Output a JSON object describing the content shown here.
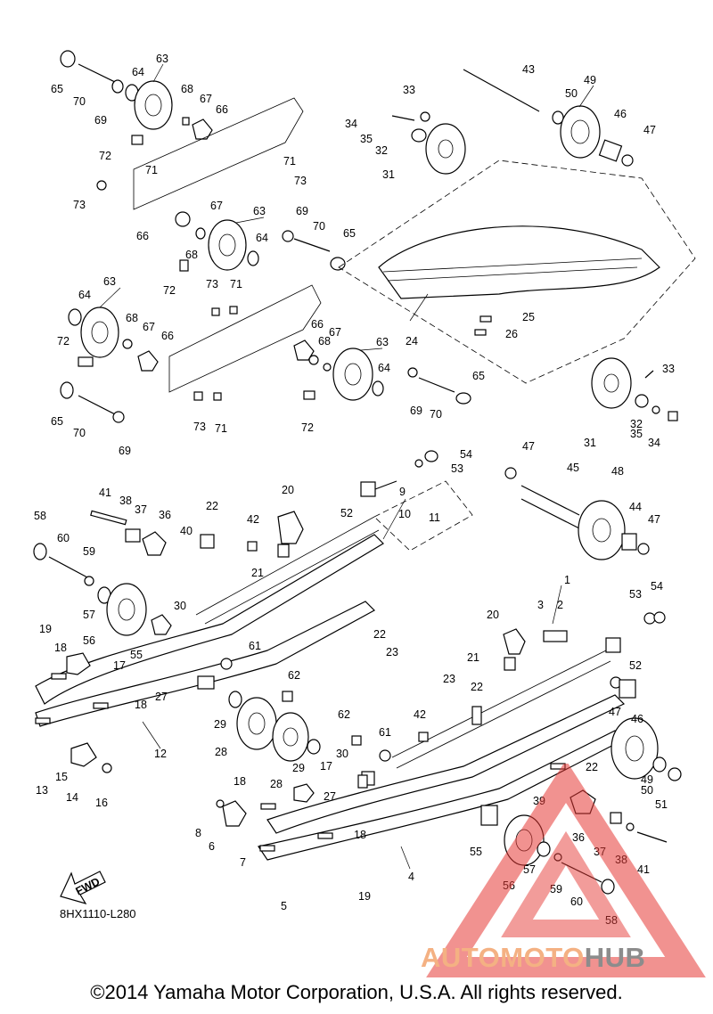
{
  "diagram": {
    "drawing_code": "8HX1110-L280",
    "fwd_label": "FWD",
    "copyright": "©2014 Yamaha Motor Corporation, U.S.A. All rights reserved.",
    "watermark": {
      "part1": "AUTOMOTO",
      "part2": "HUB",
      "color1": "#f4b183",
      "color2": "#8c8c8c",
      "triangle_color": "#e53935"
    },
    "callouts": [
      "1",
      "2",
      "3",
      "4",
      "5",
      "6",
      "7",
      "8",
      "9",
      "10",
      "11",
      "12",
      "13",
      "14",
      "15",
      "16",
      "17",
      "18",
      "19",
      "20",
      "21",
      "22",
      "23",
      "24",
      "25",
      "26",
      "27",
      "28",
      "29",
      "30",
      "31",
      "32",
      "33",
      "34",
      "35",
      "36",
      "37",
      "38",
      "39",
      "40",
      "41",
      "42",
      "43",
      "44",
      "45",
      "46",
      "47",
      "48",
      "49",
      "50",
      "51",
      "52",
      "53",
      "54",
      "55",
      "56",
      "57",
      "58",
      "59",
      "60",
      "61",
      "62",
      "63",
      "64",
      "65",
      "66",
      "67",
      "68",
      "69",
      "70",
      "71",
      "72",
      "73"
    ]
  }
}
